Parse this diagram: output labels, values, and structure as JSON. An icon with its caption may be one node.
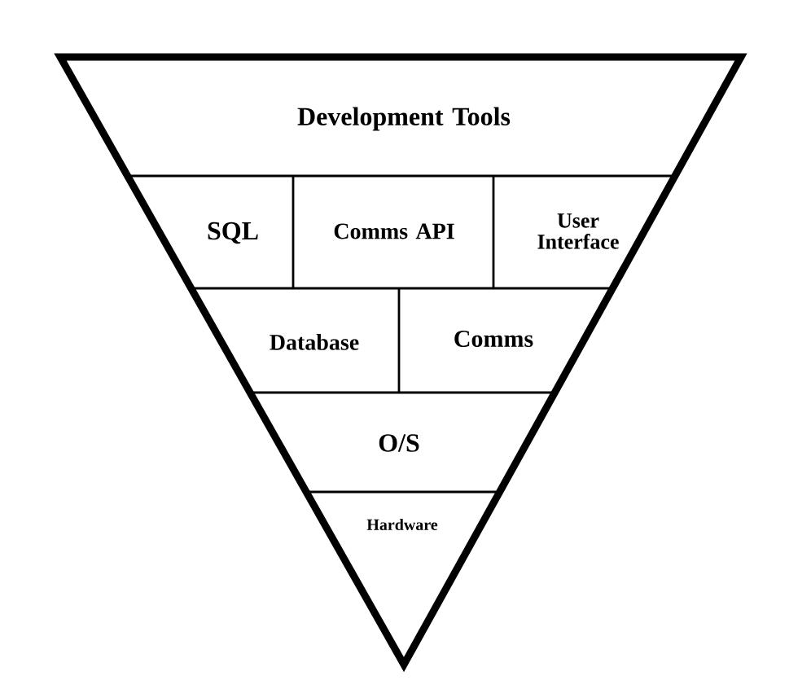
{
  "diagram": {
    "nodes": [
      {
        "text": [
          "Development Tools"
        ]
      },
      {
        "text": [
          "SQL"
        ]
      },
      {
        "text": [
          "Comms API"
        ]
      },
      {
        "text": [
          "User Interface"
        ]
      },
      {
        "text": [
          "Database"
        ]
      },
      {
        "text": [
          "Comms"
        ]
      },
      {
        "text": [
          "O/S"
        ]
      },
      {
        "text": [
          "Hardware"
        ]
      }
    ]
  }
}
